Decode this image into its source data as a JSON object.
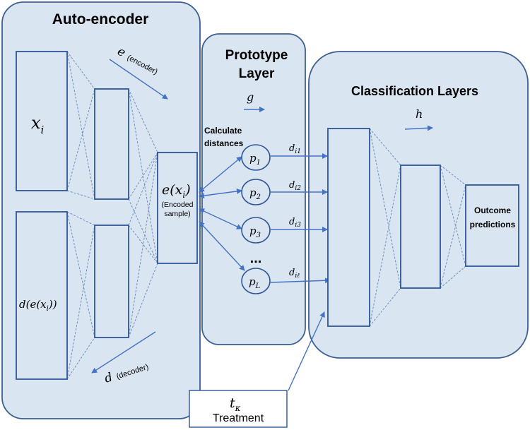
{
  "autoencoder": {
    "title": "Auto-encoder",
    "input_label": "x",
    "input_sub": "i",
    "encoder_sym": "e",
    "encoder_label": "(encoder)",
    "decoder_sym": "d",
    "decoder_label": "(decoder)",
    "encoded_label": "e(x",
    "encoded_sub": "i",
    "encoded_close": ")",
    "encoded_note_1": "(Encoded",
    "encoded_note_2": "sample)",
    "reconstructed_label": "d(e(x",
    "reconstructed_sub": "i",
    "reconstructed_close": "))"
  },
  "prototype": {
    "title_1": "Prototype",
    "title_2": "Layer",
    "g_sym": "g",
    "calc_1": "Calculate",
    "calc_2": "distances",
    "nodes": [
      {
        "sym": "p",
        "sub": "1"
      },
      {
        "sym": "p",
        "sub": "2"
      },
      {
        "sym": "p",
        "sub": "3"
      },
      {
        "sym": "p",
        "sub": "L"
      }
    ],
    "ellipsis": "...",
    "distances": [
      {
        "sym": "d",
        "sub": "i1"
      },
      {
        "sym": "d",
        "sub": "i2"
      },
      {
        "sym": "d",
        "sub": "i3"
      },
      {
        "sym": "d",
        "sub": "iℓ"
      }
    ]
  },
  "classification": {
    "title": "Classification Layers",
    "h_sym": "h",
    "outcome_1": "Outcome",
    "outcome_2": "predictions"
  },
  "treatment": {
    "sym": "t",
    "sub": "κ",
    "label": "Treatment"
  }
}
